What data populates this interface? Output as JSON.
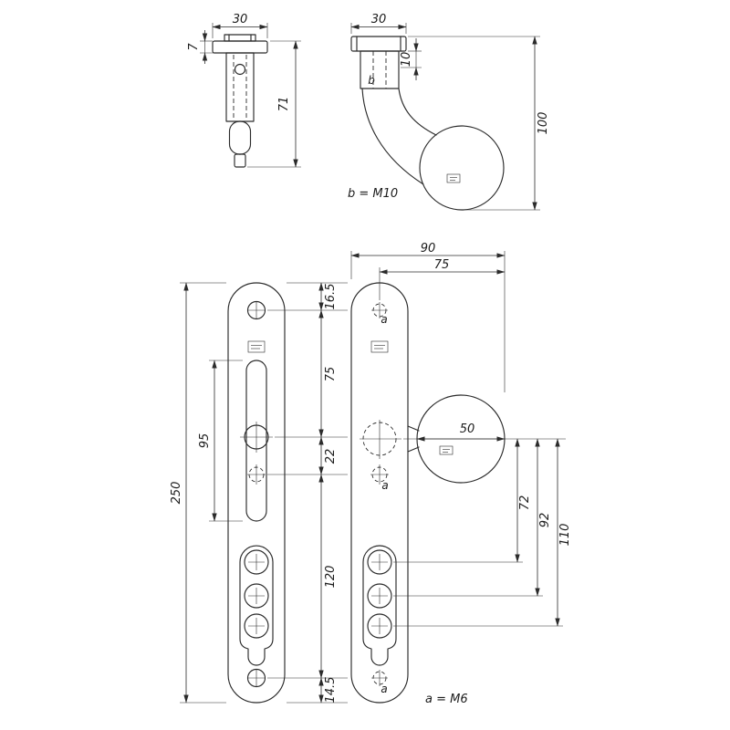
{
  "views": {
    "support_side": {
      "dim_width": "30",
      "dim_flange": "7",
      "dim_height": "71"
    },
    "knob_side": {
      "dim_width": "30",
      "dim_neck": "10",
      "dim_height": "100",
      "bore_label": "b",
      "note": "b = M10"
    },
    "plates_front": {
      "dim_total_height": "250",
      "dim_slot": "95",
      "dim_top_edge": "16.5",
      "dim_screw_to_hub": "75",
      "dim_hub_to_cyl": "22",
      "dim_cyl_to_screw": "120",
      "dim_bottom_edge": "14.5",
      "dim_overall": "90",
      "dim_axis_to_knob": "75",
      "dim_knob": "50",
      "dim_h1": "72",
      "dim_h2": "92",
      "dim_h3": "110",
      "hole_a_top": "a",
      "hole_a_mid": "a",
      "hole_a_bottom": "a",
      "note": "a = M6"
    }
  }
}
